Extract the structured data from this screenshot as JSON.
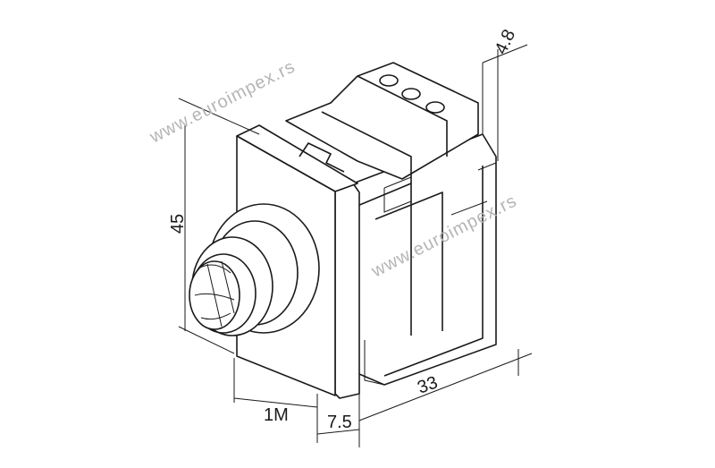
{
  "drawing": {
    "dimensions": {
      "height": "45",
      "width_module": "1M",
      "plate_depth": "7.5",
      "body_depth": "33",
      "terminal_offset": "4.8"
    },
    "watermarks": [
      "www.euroimpex.rs",
      "www.euroimpex.rs"
    ]
  }
}
